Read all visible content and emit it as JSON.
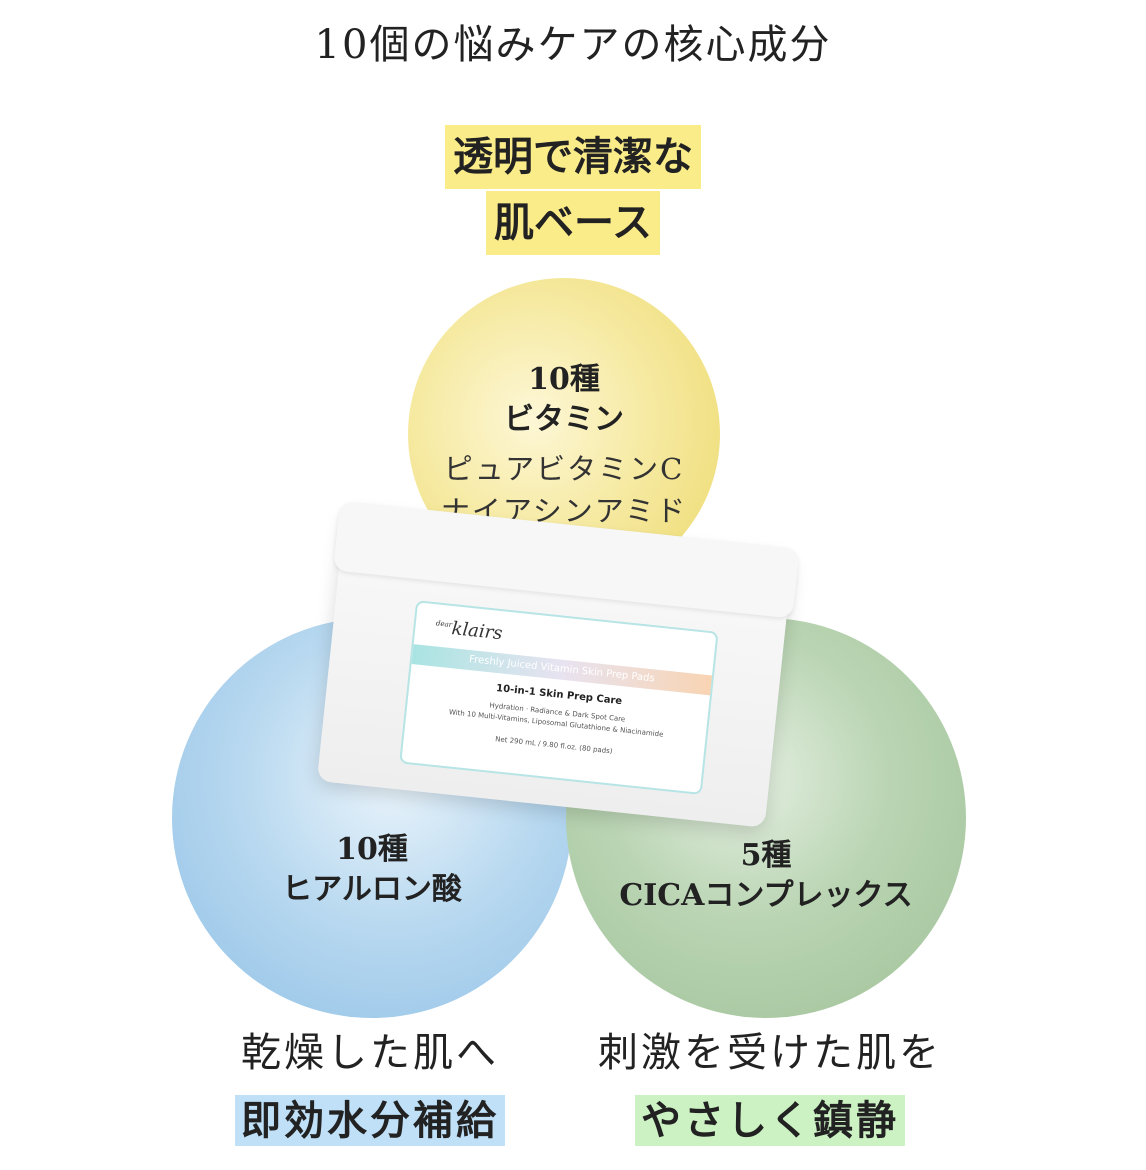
{
  "title": "10個の悩みケアの核心成分",
  "headline": {
    "line1": "透明で清潔な",
    "line2": "肌ベース"
  },
  "circles": {
    "yellow": {
      "count": "10種",
      "name": "ビタミン",
      "sub1": "ピュアビタミンC",
      "sub2": "ナイアシンアミド",
      "color": "#f6eaa3"
    },
    "blue": {
      "count": "10種",
      "name": "ヒアルロン酸",
      "color": "#b9d9f0"
    },
    "green": {
      "count": "5種",
      "name": "CICAコンプレックス",
      "color": "#b9d4b2"
    }
  },
  "product": {
    "brand": "klairs",
    "brand_prefix": "dear",
    "banner": "Freshly Juiced Vitamin Skin Prep Pads",
    "line1": "10-in-1 Skin Prep Care",
    "line2": "Hydration · Radiance & Dark Spot Care",
    "line3": "With 10 Multi-Vitamins, Liposomal Glutathione & Niacinamide",
    "net": "Net 290 mL / 9.80 fl.oz. (80 pads)"
  },
  "bottom": {
    "left": {
      "line1": "乾燥した肌へ",
      "highlight": "即効水分補給",
      "color": "#bfe0f7"
    },
    "right": {
      "line1": "刺激を受けた肌を",
      "highlight": "やさしく鎮静",
      "color": "#ccf2c4"
    }
  }
}
